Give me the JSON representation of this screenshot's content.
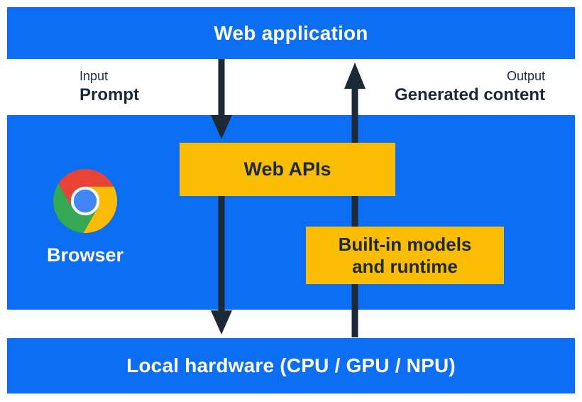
{
  "colors": {
    "blue": "#0b6ef3",
    "yellow": "#fbbc04",
    "ink": "#1c2936",
    "white": "#ffffff",
    "chrome_red": "#ea4335",
    "chrome_yellow": "#fbbc05",
    "chrome_green": "#34a853",
    "chrome_blue": "#4285f4",
    "chrome_ring": "#ffffff"
  },
  "layers": {
    "web_application": {
      "label": "Web application"
    },
    "io": {
      "input_label": "Input",
      "input_value": "Prompt",
      "output_label": "Output",
      "output_value": "Generated content"
    },
    "browser": {
      "label": "Browser",
      "logo_icon": "chrome-logo",
      "web_apis": {
        "label": "Web APIs"
      },
      "builtin": {
        "label_line1": "Built-in models",
        "label_line2": "and runtime"
      }
    },
    "hardware": {
      "label": "Local hardware (CPU / GPU / NPU)"
    }
  }
}
